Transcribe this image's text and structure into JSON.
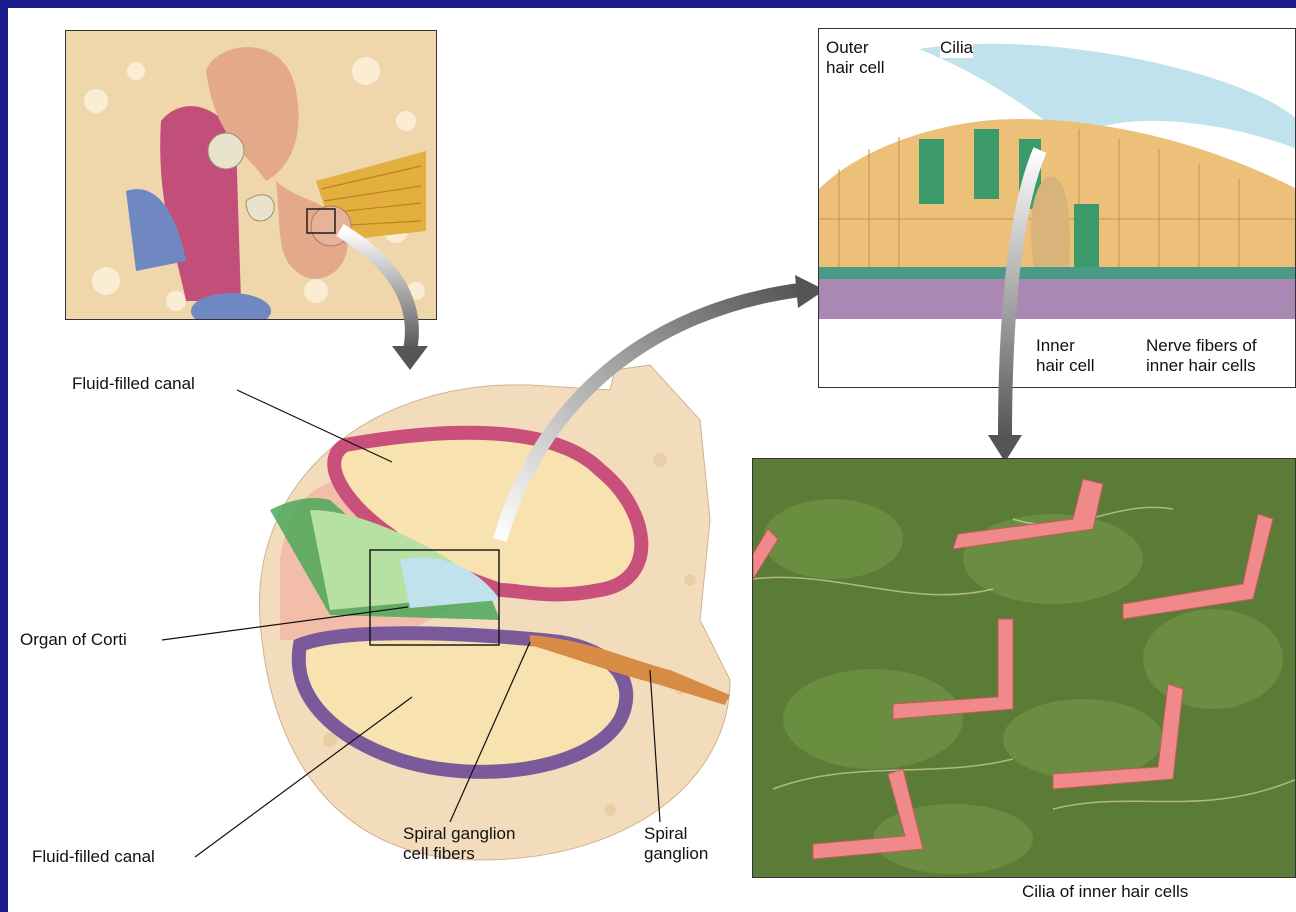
{
  "colors": {
    "frame": "#1c1c8c",
    "bone": "#f2dcc0",
    "canal_membrane": "#c8507a",
    "lower_membrane": "#7a5a9a",
    "fluid": "#f6e2b0",
    "hair_cell": "#3c9a6a",
    "tectorial": "#bfe2ec",
    "sem_background": "#5a7a34",
    "sem_cilia": "#f08a8a"
  },
  "labels": {
    "fluid_canal_top": "Fluid-filled canal",
    "organ_of_corti": "Organ of Corti",
    "fluid_canal_bottom": "Fluid-filled canal",
    "spiral_ganglion_fibers": "Spiral ganglion\ncell fibers",
    "spiral_ganglion": "Spiral\nganglion",
    "outer_hair_cell": "Outer\nhair cell",
    "cilia": "Cilia",
    "inner_hair_cell": "Inner\nhair cell",
    "nerve_fibers": "Nerve fibers of\ninner hair cells",
    "cilia_inner": "Cilia of inner hair cells"
  }
}
